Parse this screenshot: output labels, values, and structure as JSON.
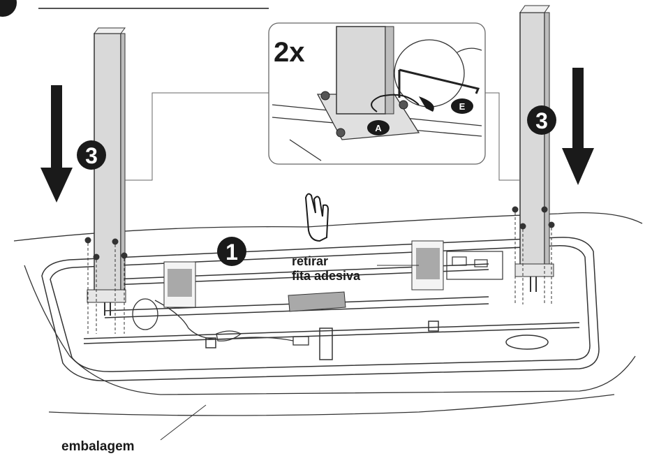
{
  "steps": {
    "leg_left": "3",
    "leg_right": "3",
    "tape": "1"
  },
  "detail": {
    "multiplier": "2x",
    "label_a": "A",
    "label_e": "E"
  },
  "callouts": {
    "tape_line1": "retirar",
    "tape_line2": "fita adesiva",
    "packaging": "embalagem"
  },
  "icons": {
    "hand": "hand-pointing-icon",
    "arrows": "down-arrow-icon"
  },
  "colors": {
    "ink": "#1a1a1a",
    "tape": "#a9a9a9",
    "leg": "#d9d9d9"
  }
}
